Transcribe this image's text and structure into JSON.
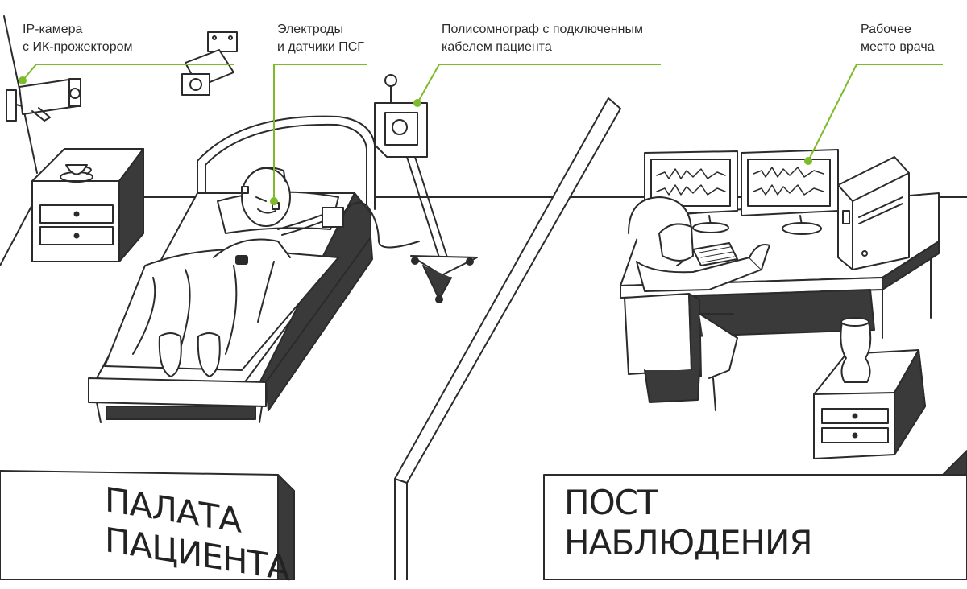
{
  "colors": {
    "accent": "#7dbb2a",
    "line": "#2b2b2b",
    "shade": "#3a3a3a",
    "paper": "#ffffff"
  },
  "callouts": {
    "camera": "IP-камера\nс ИК-прожектором",
    "electrodes": "Электроды\nи датчики ПСГ",
    "psg": "Полисомнограф с подключенным\nкабелем пациента",
    "doctor": "Рабочее\nместо врача"
  },
  "rooms": {
    "patient": "ПАЛАТА\nПАЦИЕНТА",
    "observation": "ПОСТ\nНАБЛЮДЕНИЯ"
  }
}
